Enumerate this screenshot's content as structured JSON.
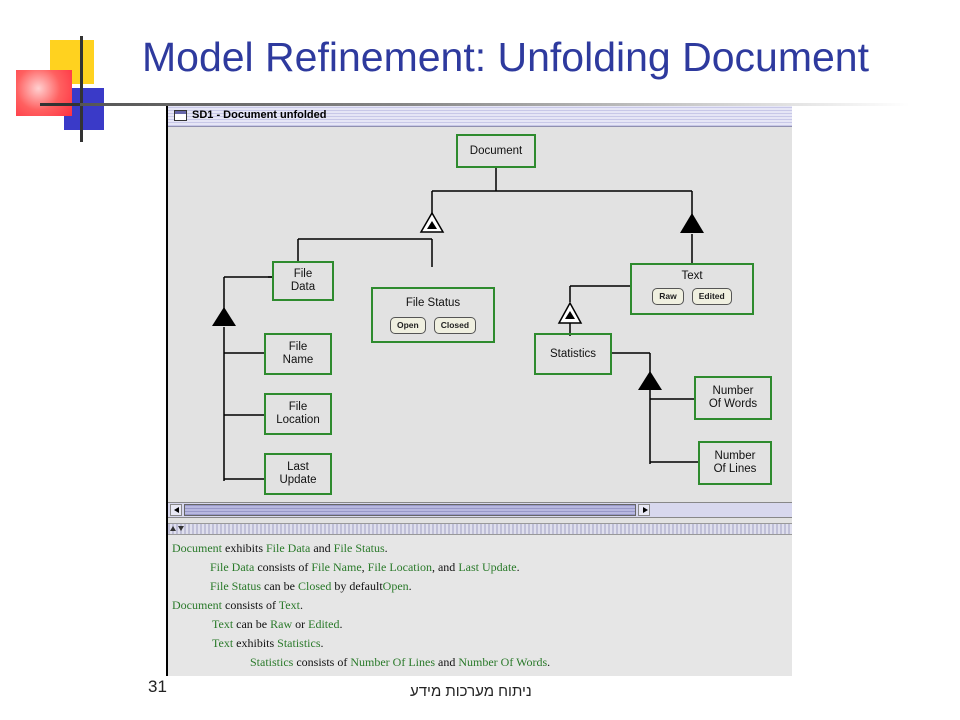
{
  "slide": {
    "title": "Model Refinement: Unfolding Document",
    "page_number": "31",
    "footer_text": "ניתוח מערכות מידע"
  },
  "window": {
    "title": "SD1 - Document unfolded"
  },
  "diagram": {
    "objects": {
      "document": "Document",
      "file_data": "File\nData",
      "file_status": "File Status",
      "text": "Text",
      "statistics": "Statistics",
      "file_name": "File\nName",
      "file_location": "File\nLocation",
      "last_update": "Last\nUpdate",
      "number_of_words": "Number\nOf Words",
      "number_of_lines": "Number\nOf Lines"
    },
    "states": {
      "open": "Open",
      "closed": "Closed",
      "raw": "Raw",
      "edited": "Edited"
    },
    "colors": {
      "object_border": "#2e8b2e",
      "link": "#000000",
      "canvas_bg": "#e2e2e2"
    }
  },
  "opl_text": {
    "l1": {
      "a": "Document",
      "b": " exhibits ",
      "c": "File Data",
      "d": " and ",
      "e": "File Status",
      "f": "."
    },
    "l2": {
      "a": "File Data",
      "b": " consists of ",
      "c": "File Name",
      "d": ", ",
      "e": "File Location",
      "f": ", and ",
      "g": "Last Update",
      "h": "."
    },
    "l3": {
      "a": "File Status",
      "b": " can be ",
      "c": "Closed",
      "d": " by default",
      "e": "Open",
      "f": "."
    },
    "l4": {
      "a": "Document",
      "b": " consists of ",
      "c": "Text",
      "d": "."
    },
    "l5": {
      "a": "Text",
      "b": " can be ",
      "c": "Raw",
      "d": " or ",
      "e": "Edited",
      "f": "."
    },
    "l6": {
      "a": "Text",
      "b": " exhibits ",
      "c": "Statistics",
      "d": "."
    },
    "l7": {
      "a": "Statistics",
      "b": " consists of ",
      "c": "Number Of Lines",
      "d": " and ",
      "e": "Number Of Words",
      "f": "."
    }
  }
}
